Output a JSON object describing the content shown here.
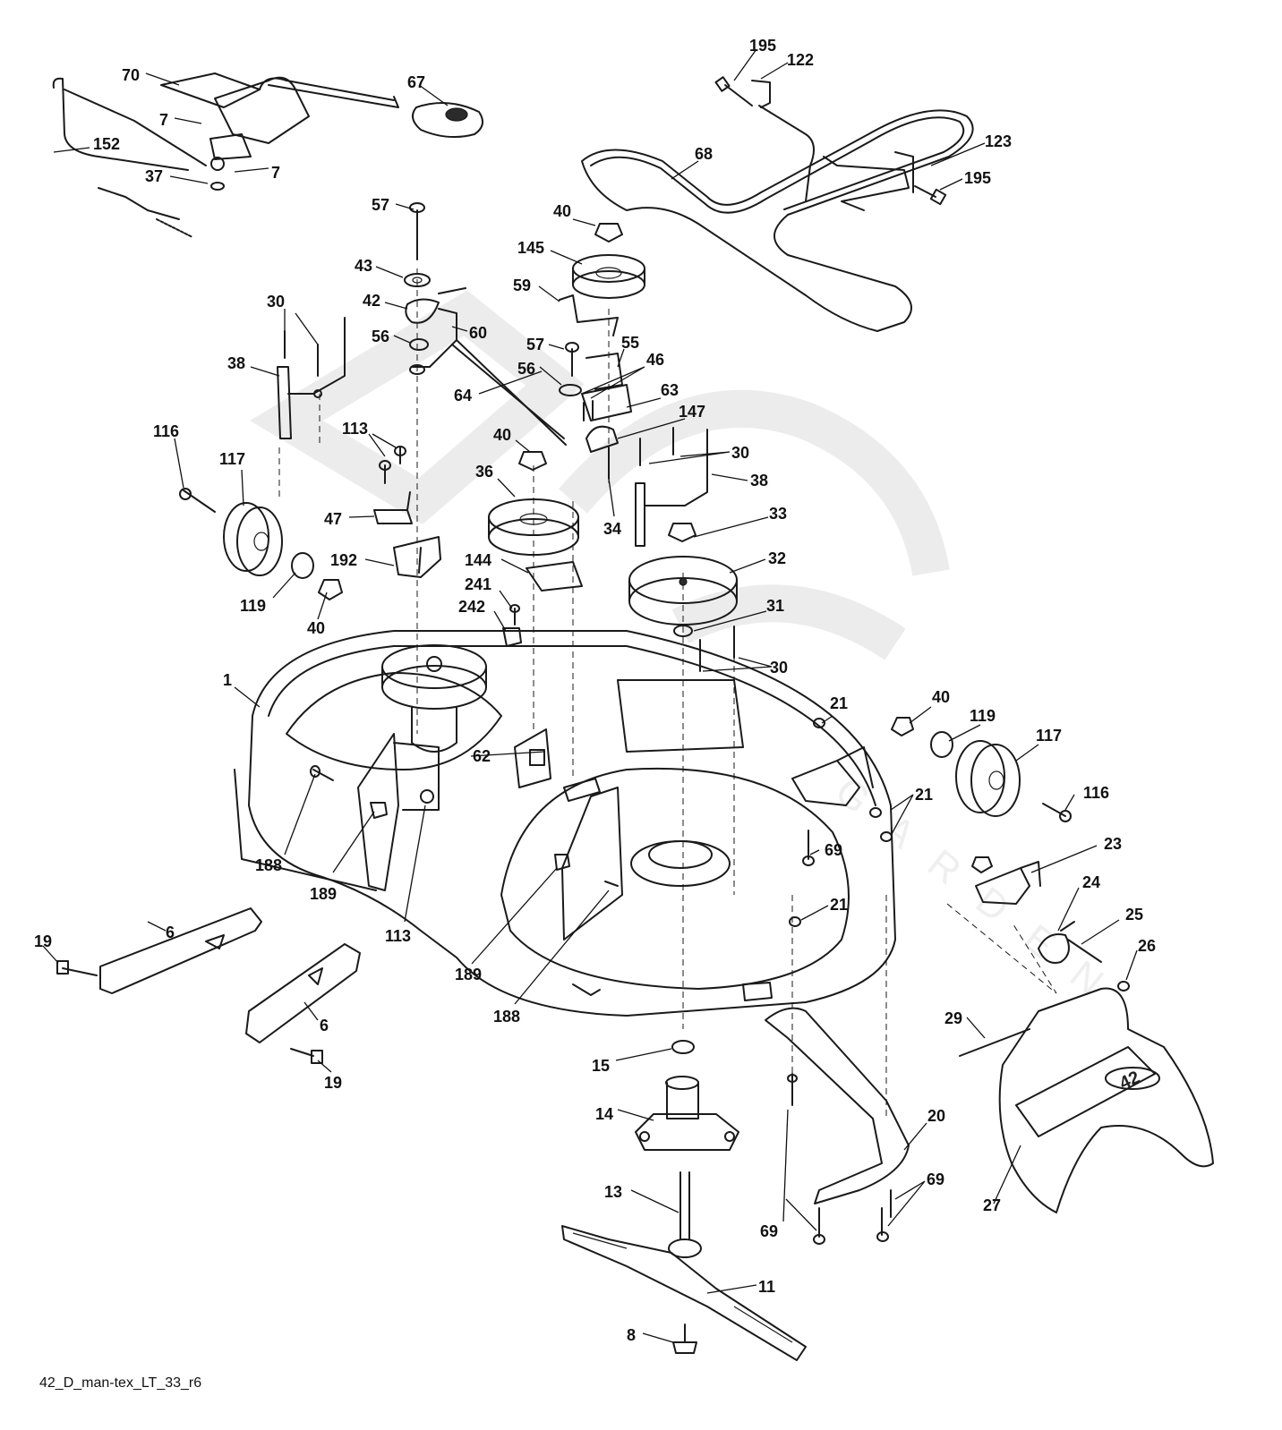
{
  "diagram": {
    "drawing_code": "42_D_man-tex_LT_33_r6",
    "chute_marking": "42",
    "watermark_letters": "G A R D E N"
  },
  "callouts": [
    {
      "id": "c70",
      "label": "70"
    },
    {
      "id": "c67",
      "label": "67"
    },
    {
      "id": "c7a",
      "label": "7"
    },
    {
      "id": "c152",
      "label": "152"
    },
    {
      "id": "c37",
      "label": "37"
    },
    {
      "id": "c7b",
      "label": "7"
    },
    {
      "id": "c195a",
      "label": "195"
    },
    {
      "id": "c122",
      "label": "122"
    },
    {
      "id": "c123",
      "label": "123"
    },
    {
      "id": "c68",
      "label": "68"
    },
    {
      "id": "c195b",
      "label": "195"
    },
    {
      "id": "c57a",
      "label": "57"
    },
    {
      "id": "c40a",
      "label": "40"
    },
    {
      "id": "c43",
      "label": "43"
    },
    {
      "id": "c145",
      "label": "145"
    },
    {
      "id": "c42",
      "label": "42"
    },
    {
      "id": "c59",
      "label": "59"
    },
    {
      "id": "c30a",
      "label": "30"
    },
    {
      "id": "c56a",
      "label": "56"
    },
    {
      "id": "c60",
      "label": "60"
    },
    {
      "id": "c57b",
      "label": "57"
    },
    {
      "id": "c55",
      "label": "55"
    },
    {
      "id": "c38a",
      "label": "38"
    },
    {
      "id": "c46",
      "label": "46"
    },
    {
      "id": "c56b",
      "label": "56"
    },
    {
      "id": "c64",
      "label": "64"
    },
    {
      "id": "c63",
      "label": "63"
    },
    {
      "id": "c147",
      "label": "147"
    },
    {
      "id": "c113a",
      "label": "113"
    },
    {
      "id": "c40b",
      "label": "40"
    },
    {
      "id": "c30b",
      "label": "30"
    },
    {
      "id": "c116a",
      "label": "116"
    },
    {
      "id": "c36",
      "label": "36"
    },
    {
      "id": "c38b",
      "label": "38"
    },
    {
      "id": "c117a",
      "label": "117"
    },
    {
      "id": "c47",
      "label": "47"
    },
    {
      "id": "c34",
      "label": "34"
    },
    {
      "id": "c33",
      "label": "33"
    },
    {
      "id": "c192",
      "label": "192"
    },
    {
      "id": "c144",
      "label": "144"
    },
    {
      "id": "c32",
      "label": "32"
    },
    {
      "id": "c241",
      "label": "241"
    },
    {
      "id": "c119a",
      "label": "119"
    },
    {
      "id": "c242",
      "label": "242"
    },
    {
      "id": "c31",
      "label": "31"
    },
    {
      "id": "c40c",
      "label": "40"
    },
    {
      "id": "c30c",
      "label": "30"
    },
    {
      "id": "c1",
      "label": "1"
    },
    {
      "id": "c21a",
      "label": "21"
    },
    {
      "id": "c40d",
      "label": "40"
    },
    {
      "id": "c119b",
      "label": "119"
    },
    {
      "id": "c117b",
      "label": "117"
    },
    {
      "id": "c62",
      "label": "62"
    },
    {
      "id": "c116b",
      "label": "116"
    },
    {
      "id": "c21b",
      "label": "21"
    },
    {
      "id": "c69a",
      "label": "69"
    },
    {
      "id": "c23",
      "label": "23"
    },
    {
      "id": "c188a",
      "label": "188"
    },
    {
      "id": "c189a",
      "label": "189"
    },
    {
      "id": "c24",
      "label": "24"
    },
    {
      "id": "c21c",
      "label": "21"
    },
    {
      "id": "c25",
      "label": "25"
    },
    {
      "id": "c113b",
      "label": "113"
    },
    {
      "id": "c19a",
      "label": "19"
    },
    {
      "id": "c6a",
      "label": "6"
    },
    {
      "id": "c26",
      "label": "26"
    },
    {
      "id": "c189b",
      "label": "189"
    },
    {
      "id": "c6b",
      "label": "6"
    },
    {
      "id": "c188b",
      "label": "188"
    },
    {
      "id": "c29",
      "label": "29"
    },
    {
      "id": "c15",
      "label": "15"
    },
    {
      "id": "c19b",
      "label": "19"
    },
    {
      "id": "c14",
      "label": "14"
    },
    {
      "id": "c20",
      "label": "20"
    },
    {
      "id": "c13",
      "label": "13"
    },
    {
      "id": "c69b",
      "label": "69"
    },
    {
      "id": "c27",
      "label": "27"
    },
    {
      "id": "c69c",
      "label": "69"
    },
    {
      "id": "c11",
      "label": "11"
    },
    {
      "id": "c8",
      "label": "8"
    }
  ]
}
